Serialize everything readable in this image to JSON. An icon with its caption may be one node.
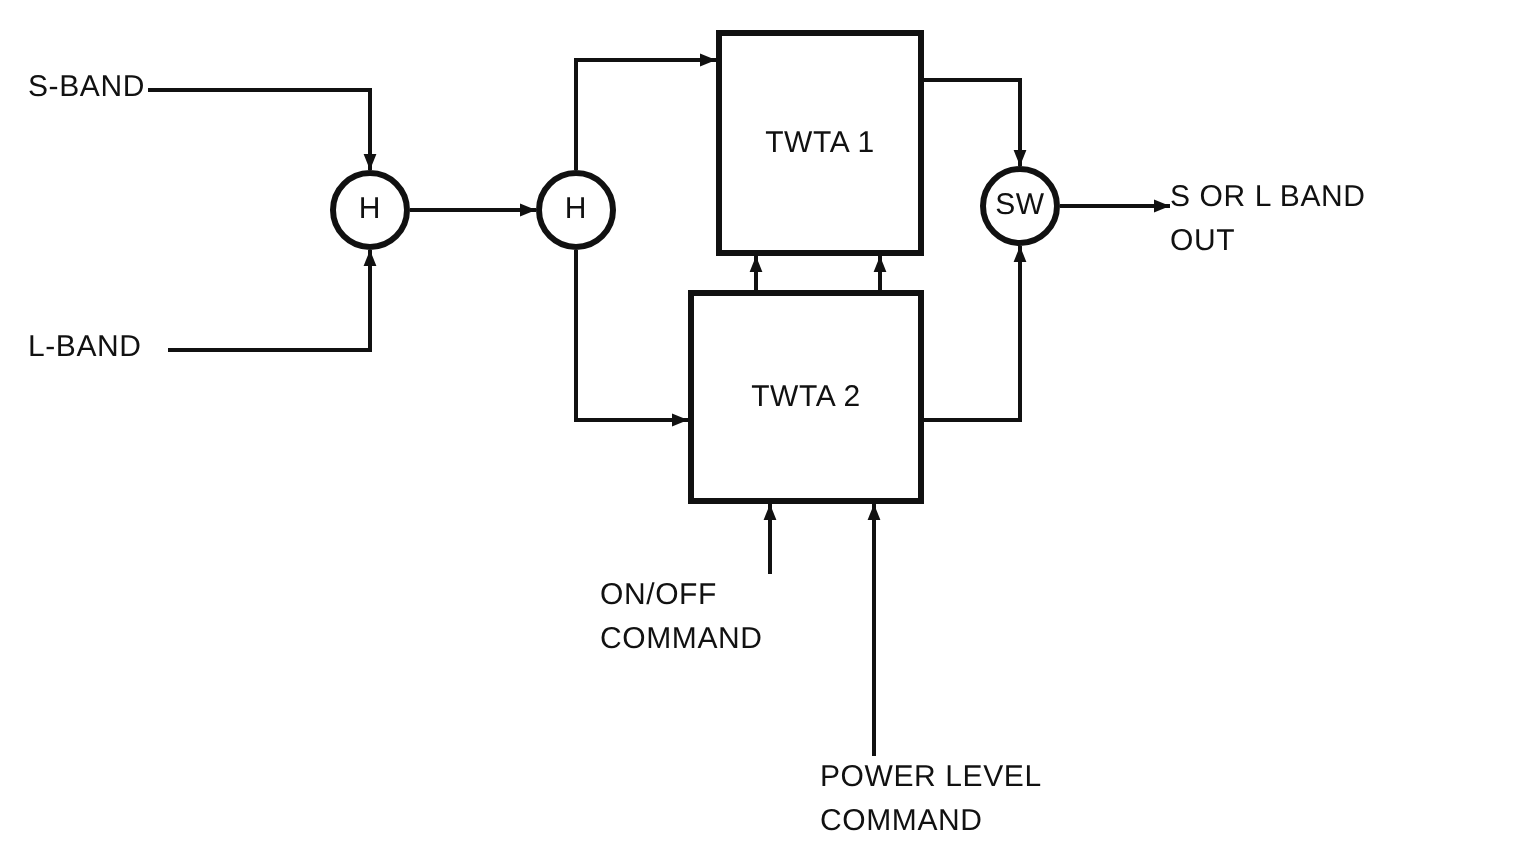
{
  "diagram": {
    "nodes": [
      {
        "text": [
          "S-BAND"
        ]
      },
      {
        "text": [
          "L-BAND"
        ]
      },
      {
        "text": [
          "H"
        ]
      },
      {
        "text": [
          "H"
        ]
      },
      {
        "text": [
          "TWTA 1"
        ]
      },
      {
        "text": [
          "TWTA 2"
        ]
      },
      {
        "text": [
          "SW"
        ]
      },
      {
        "text": [
          "S OR L BAND OUT"
        ]
      },
      {
        "text": [
          "ON/OFF COMMAND"
        ]
      },
      {
        "text": [
          "POWER LEVEL COMMAND"
        ]
      }
    ],
    "edges": [
      {
        "from": 0,
        "to": 2,
        "arrow": "to"
      },
      {
        "from": 1,
        "to": 2,
        "arrow": "to"
      },
      {
        "from": 2,
        "to": 3,
        "arrow": "to"
      },
      {
        "from": 3,
        "to": 4,
        "arrow": "to"
      },
      {
        "from": 3,
        "to": 5,
        "arrow": "to"
      },
      {
        "from": 5,
        "to": 4,
        "arrow": "to"
      },
      {
        "from": 5,
        "to": 4,
        "arrow": "to"
      },
      {
        "from": 4,
        "to": 6,
        "arrow": "to"
      },
      {
        "from": 5,
        "to": 6,
        "arrow": "to"
      },
      {
        "from": 6,
        "to": 7,
        "arrow": "to"
      },
      {
        "from": 8,
        "to": 5,
        "arrow": "to"
      },
      {
        "from": 9,
        "to": 5,
        "arrow": "to"
      }
    ]
  }
}
